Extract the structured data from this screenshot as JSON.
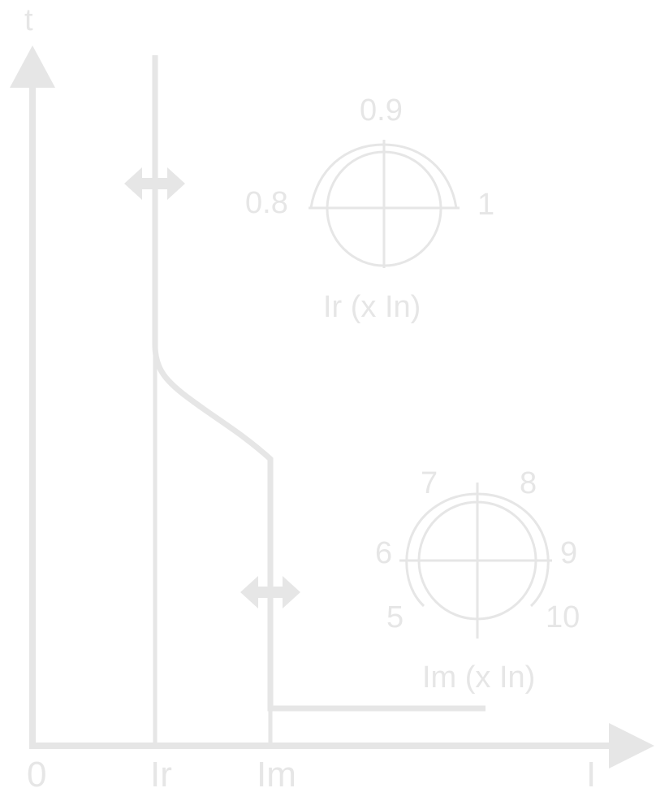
{
  "colors": {
    "stroke": "#e6e6e6",
    "background": "#ffffff"
  },
  "axes": {
    "y_label": "t",
    "x_label": "I",
    "origin_label": "0",
    "x_ticks": [
      "Ir",
      "Im"
    ]
  },
  "dial_ir": {
    "title": "Ir (x In)",
    "labels": {
      "left": "0.8",
      "top": "0.9",
      "right": "1"
    }
  },
  "dial_im": {
    "title": "Im (x In)",
    "labels": {
      "lower_left": "5",
      "left": "6",
      "upper_left": "7",
      "upper_right": "8",
      "right": "9",
      "lower_right": "10"
    }
  },
  "icons": {
    "ir_adjust": "double-arrow-horizontal",
    "im_adjust": "double-arrow-horizontal"
  }
}
